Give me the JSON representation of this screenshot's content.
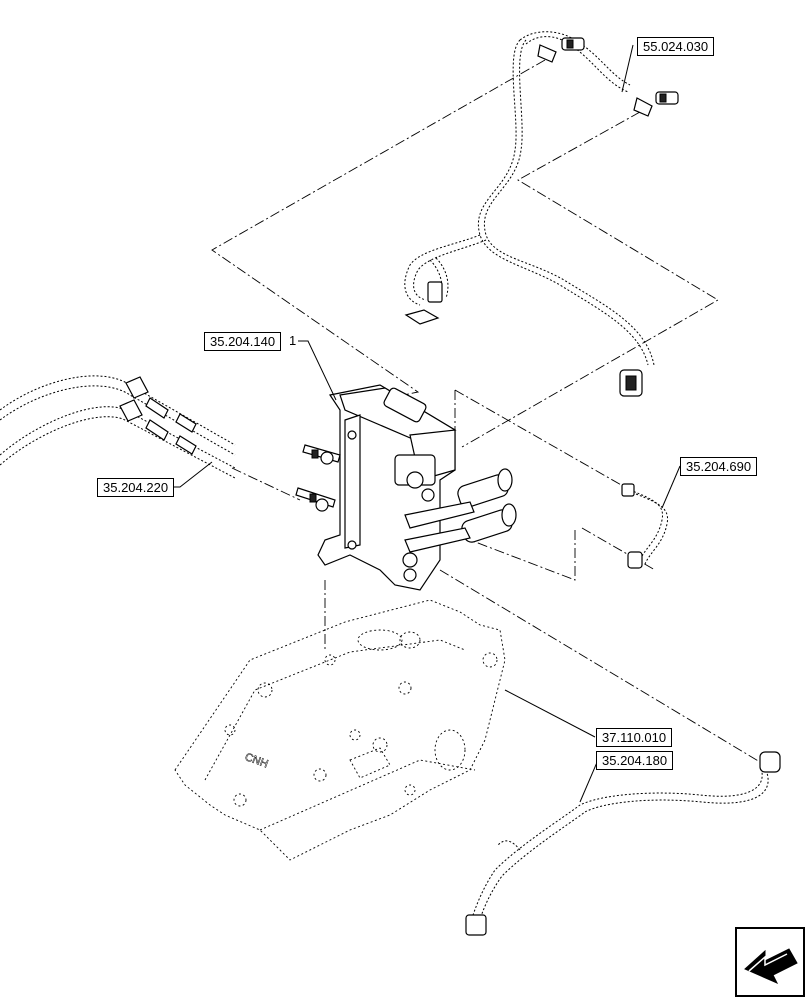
{
  "references": {
    "r55_024_030": "55.024.030",
    "r35_204_140": "35.204.140",
    "r35_204_220": "35.204.220",
    "r35_204_690": "35.204.690",
    "r37_110_010": "37.110.010",
    "r35_204_180": "35.204.180"
  },
  "item_number": "1",
  "icons": {
    "navigation": "arrow-down-left-icon"
  }
}
